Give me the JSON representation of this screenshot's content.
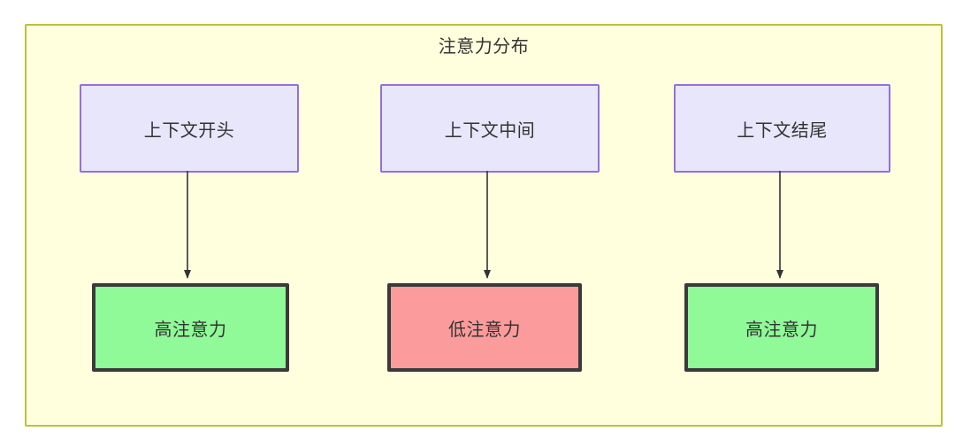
{
  "diagram": {
    "title": "注意力分布",
    "background_color": "#ffffde",
    "border_color": "#bfbf3f",
    "text_color": "#333333",
    "context_node_fill": "#e8e6fb",
    "context_node_border": "#9370db",
    "high_attention_fill": "#90f998",
    "low_attention_fill": "#fb9b9b",
    "attention_node_border": "#3a3a3a",
    "edge_color": "#333333",
    "columns": [
      {
        "context_label": "上下文开头",
        "attention_label": "高注意力",
        "attention_level": "high"
      },
      {
        "context_label": "上下文中间",
        "attention_label": "低注意力",
        "attention_level": "low"
      },
      {
        "context_label": "上下文结尾",
        "attention_label": "高注意力",
        "attention_level": "high"
      }
    ]
  }
}
